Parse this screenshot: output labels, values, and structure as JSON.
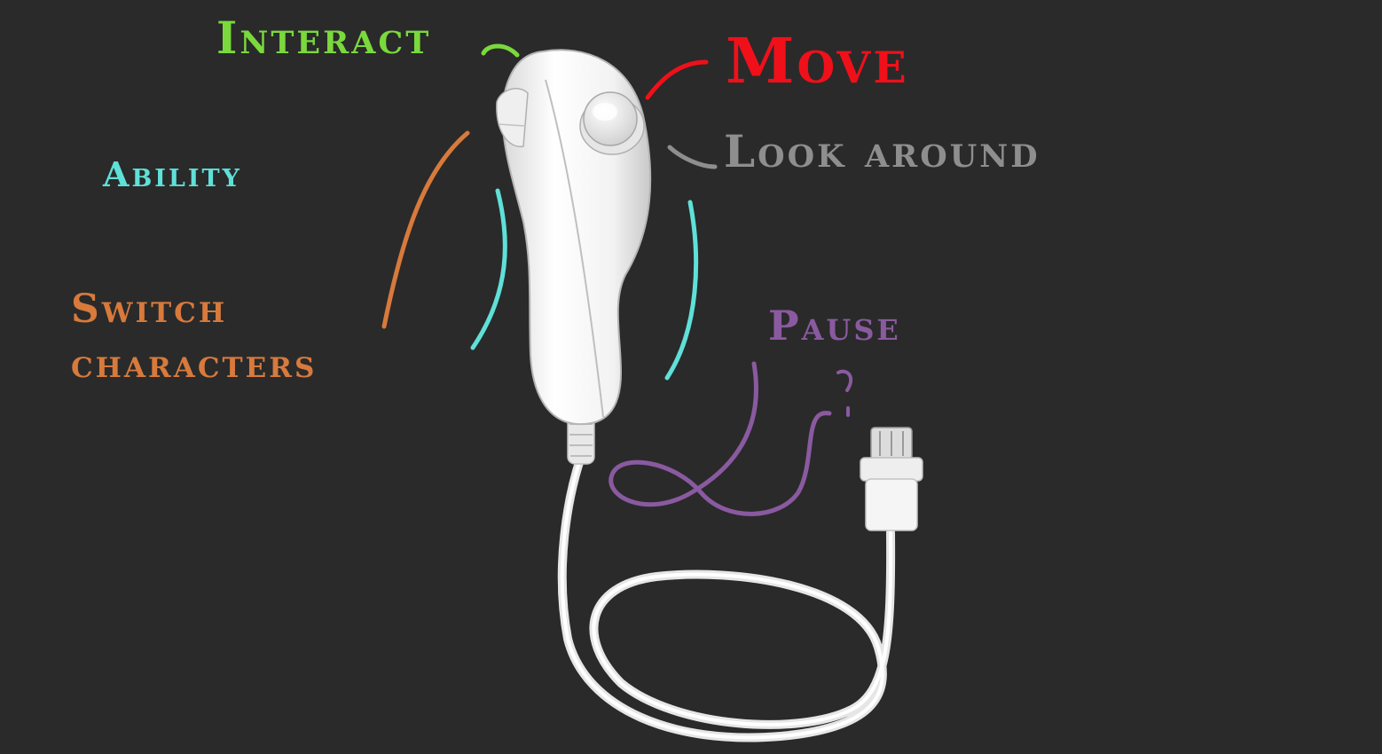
{
  "labels": {
    "interact": "Interact",
    "move": "Move",
    "look_around": "Look around",
    "ability": "Ability",
    "switch_line1": "Switch",
    "switch_line2": "characters",
    "pause": "Pause"
  },
  "colors": {
    "background": "#2a2a2a",
    "interact": "#7ad93c",
    "move": "#f0101a",
    "look_around": "#8e8e8e",
    "ability": "#5fe0d8",
    "switch": "#d77a3c",
    "pause": "#8a5aa0",
    "controller": "#f2f2f2"
  },
  "device": {
    "icon": "nunchuk-controller"
  }
}
